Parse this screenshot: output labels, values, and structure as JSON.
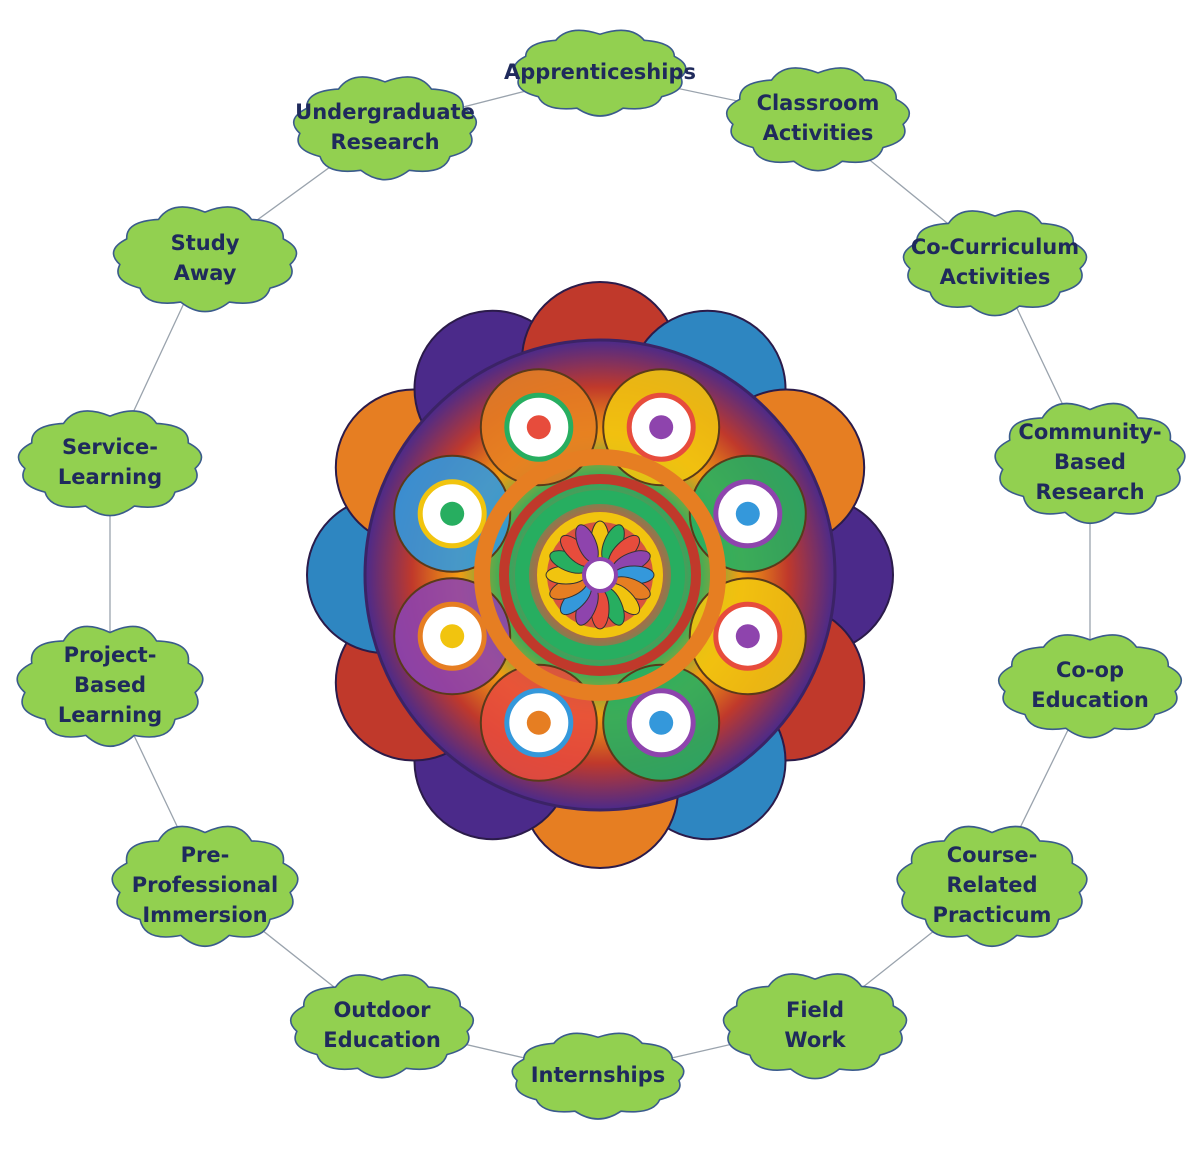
{
  "colors": {
    "cloud_fill": "#92d050",
    "cloud_stroke": "#3a5b8c",
    "ring_line": "#9aa3ad",
    "label_text": "#1f2a5c"
  },
  "center": {
    "icon": "mandala-icon"
  },
  "nodes": [
    {
      "id": "apprenticeships",
      "lines": [
        "Apprenticeships"
      ]
    },
    {
      "id": "classroom-activities",
      "lines": [
        "Classroom",
        "Activities"
      ]
    },
    {
      "id": "co-curriculum-activities",
      "lines": [
        "Co-Curriculum",
        "Activities"
      ]
    },
    {
      "id": "community-based-research",
      "lines": [
        "Community-",
        "Based",
        "Research"
      ]
    },
    {
      "id": "co-op-education",
      "lines": [
        "Co-op",
        "Education"
      ]
    },
    {
      "id": "course-related-practicum",
      "lines": [
        "Course-",
        "Related",
        "Practicum"
      ]
    },
    {
      "id": "field-work",
      "lines": [
        "Field",
        "Work"
      ]
    },
    {
      "id": "internships",
      "lines": [
        "Internships"
      ]
    },
    {
      "id": "outdoor-education",
      "lines": [
        "Outdoor",
        "Education"
      ]
    },
    {
      "id": "pre-professional-immersion",
      "lines": [
        "Pre-",
        "Professional",
        "Immersion"
      ]
    },
    {
      "id": "project-based-learning",
      "lines": [
        "Project-",
        "Based",
        "Learning"
      ]
    },
    {
      "id": "service-learning",
      "lines": [
        "Service-",
        "Learning"
      ]
    },
    {
      "id": "study-away",
      "lines": [
        "Study",
        "Away"
      ]
    },
    {
      "id": "undergraduate-research",
      "lines": [
        "Undergraduate",
        "Research"
      ]
    }
  ]
}
